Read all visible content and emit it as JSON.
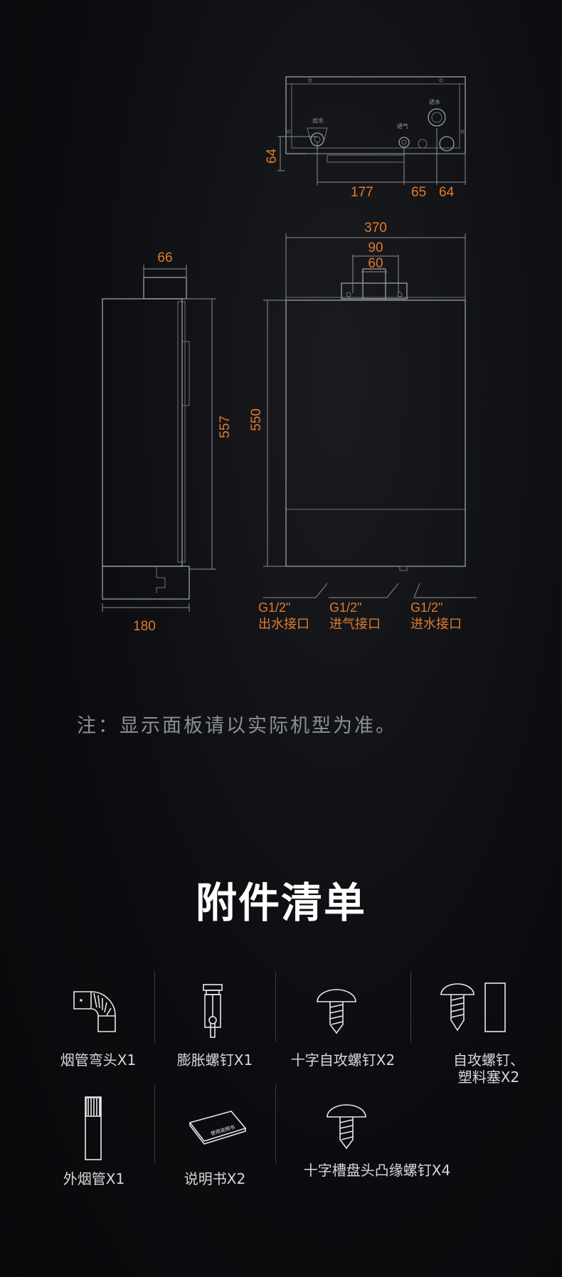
{
  "dimensions": {
    "top_view": {
      "d64_left": "64",
      "d177": "177",
      "d65": "65",
      "d64_right": "64"
    },
    "side_view": {
      "d66": "66",
      "d557": "557",
      "d180": "180"
    },
    "front_view": {
      "d370": "370",
      "d90": "90",
      "d60": "60",
      "d550": "550"
    }
  },
  "connectors": [
    {
      "spec": "G1/2\"",
      "name": "出水接口"
    },
    {
      "spec": "G1/2\"",
      "name": "进气接口"
    },
    {
      "spec": "G1/2\"",
      "name": "进水接口"
    }
  ],
  "note": "注：显示面板请以实际机型为准。",
  "accessories_title": "附件清单",
  "accessories": [
    {
      "label": "烟管弯头X1",
      "icon": "elbow-pipe-icon"
    },
    {
      "label": "膨胀螺钉X1",
      "icon": "expansion-bolt-icon"
    },
    {
      "label": "十字自攻螺钉X2",
      "icon": "screw-icon"
    },
    {
      "label": "自攻螺钉、",
      "label2": "塑料塞X2",
      "icon": "screw-plug-icon"
    },
    {
      "label": "外烟管X1",
      "icon": "flue-pipe-icon"
    },
    {
      "label": "说明书X2",
      "icon": "manual-icon",
      "manual_text": "使用说明书"
    },
    {
      "label": "十字槽盘头凸缘螺钉X4",
      "icon": "pan-head-screw-icon"
    }
  ]
}
